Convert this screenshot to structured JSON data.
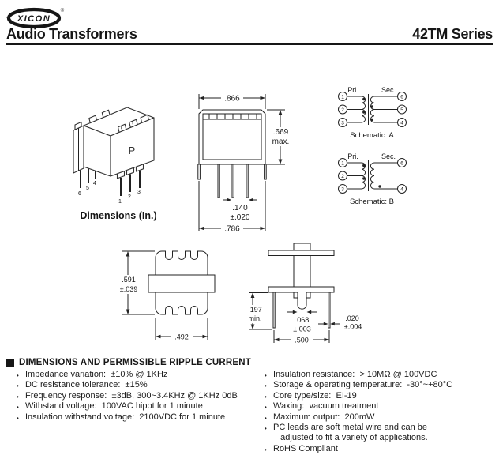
{
  "header": {
    "logo": "XICON",
    "registered": "®",
    "title": "Audio Transformers",
    "series": "42TM Series"
  },
  "diagrams": {
    "perspective": {
      "core_label": "P",
      "caption": "Dimensions (In.)",
      "pins_left": [
        "6",
        "5",
        "4"
      ],
      "pins_right": [
        "1",
        "2",
        "3"
      ]
    },
    "front_view": {
      "dim_top": ".866",
      "dim_height_1": ".669",
      "dim_height_2": "max.",
      "dim_pin_1": ".140",
      "dim_pin_2": "±.020",
      "dim_bottom": ".786"
    },
    "schematic_a": {
      "pri_label": "Pri.",
      "sec_label": "Sec.",
      "caption": "Schematic:  A",
      "pri_pins": [
        "1",
        "2",
        "3"
      ],
      "sec_pins": [
        "6",
        "5",
        "4"
      ]
    },
    "schematic_b": {
      "pri_label": "Pri.",
      "sec_label": "Sec.",
      "caption": "Schematic:  B",
      "pri_pins": [
        "1",
        "2",
        "3"
      ],
      "sec_pins": [
        "6",
        "4"
      ]
    },
    "bottom_view": {
      "dim_height_1": ".591",
      "dim_height_2": "±.039",
      "dim_width": ".492"
    },
    "side_view": {
      "dim_lead_1": ".197",
      "dim_lead_2": "min.",
      "dim_center_1": ".068",
      "dim_center_2": "±.003",
      "dim_outer_1": ".020",
      "dim_outer_2": "±.004",
      "dim_span": ".500"
    }
  },
  "specs": {
    "section_title": "DIMENSIONS AND PERMISSIBLE RIPPLE CURRENT",
    "left_items": [
      "Impedance variation:  ±10% @ 1KHz",
      "DC resistance tolerance:  ±15%",
      "Frequency response:  ±3dB, 300~3.4KHz @ 1KHz 0dB",
      "Withstand voltage:  100VAC hipot for 1 minute",
      "Insulation withstand voltage:  2100VDC for 1 minute"
    ],
    "right_items": [
      "Insulation resistance:  > 10MΩ @ 100VDC",
      "Storage & operating temperature:  -30°~+80°C",
      "Core type/size:  EI-19",
      "Waxing:  vacuum treatment",
      "Maximum output:  200mW",
      "PC leads are soft metal wire and can be\n   adjusted to fit a variety of applications.",
      "RoHS Compliant"
    ]
  }
}
